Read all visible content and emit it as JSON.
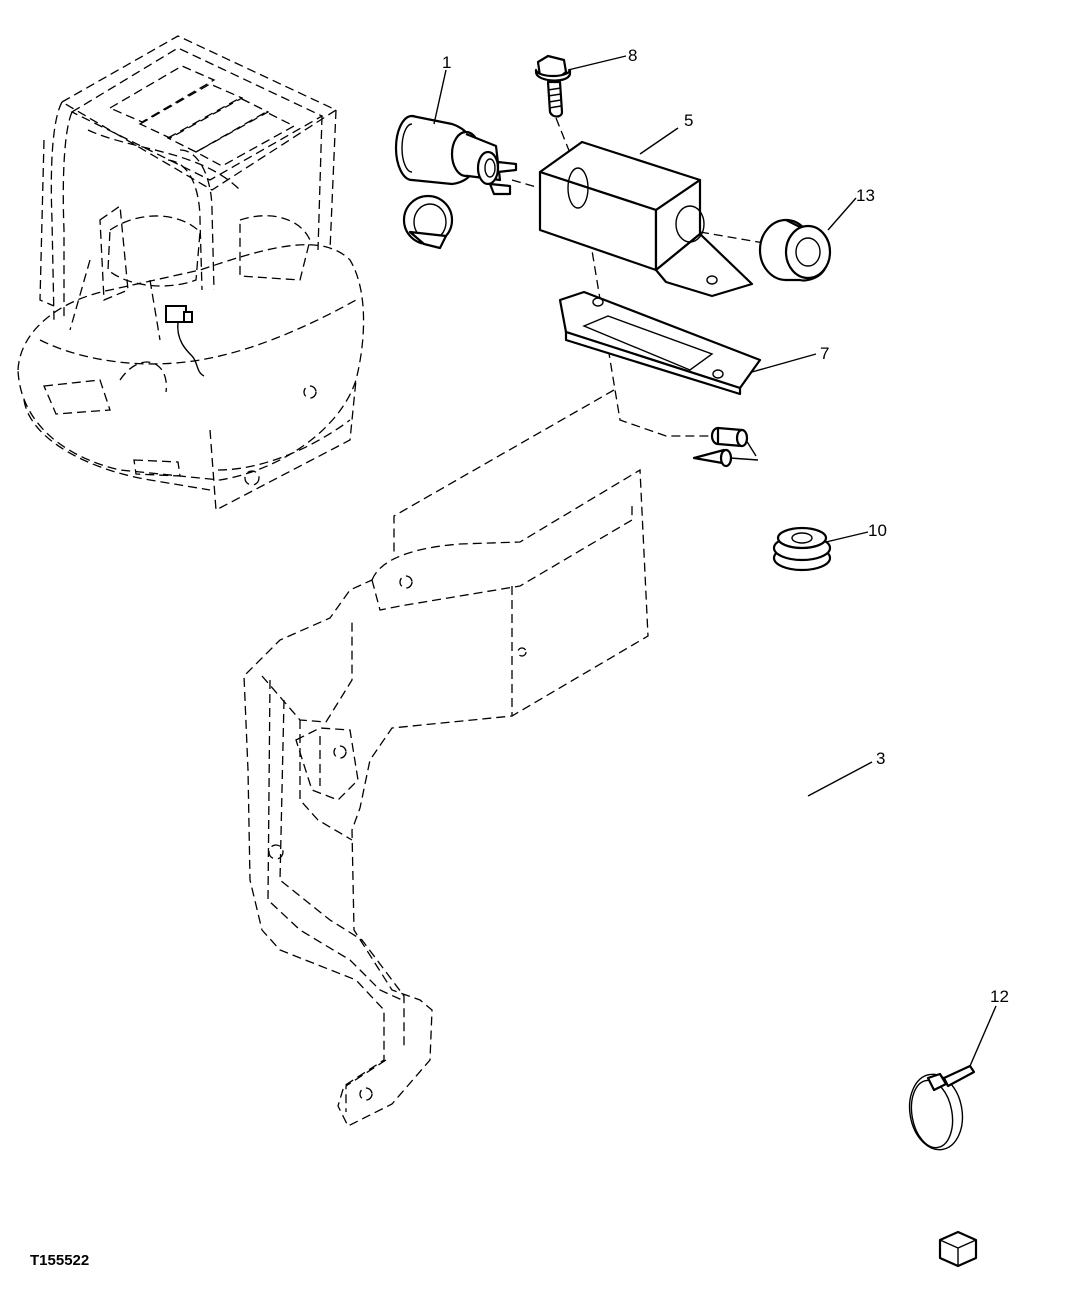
{
  "figure_id": "T155522",
  "callouts": [
    {
      "number": "1",
      "part": "power-outlet-socket"
    },
    {
      "number": "8",
      "part": "cap-screw"
    },
    {
      "number": "5",
      "part": "outlet-bracket"
    },
    {
      "number": "13",
      "part": "grommet"
    },
    {
      "number": "7",
      "part": "plate"
    },
    {
      "number": "10",
      "part": "grommet-ring"
    },
    {
      "number": "3",
      "part": "wiring-harness"
    },
    {
      "number": "12",
      "part": "cable-tie"
    }
  ],
  "icons": [
    "excavator-icon",
    "mounting-bracket-icon"
  ]
}
